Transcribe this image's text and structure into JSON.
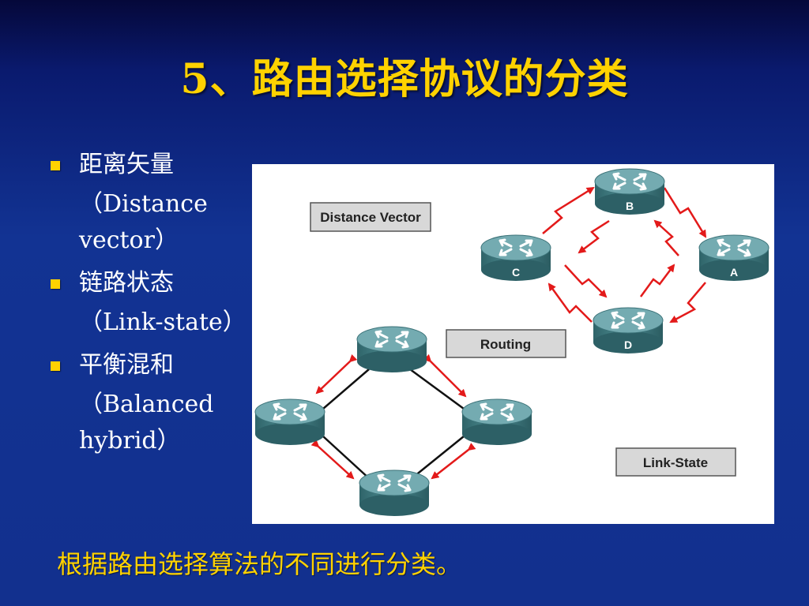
{
  "title": "5、路由选择协议的分类",
  "bullets": [
    {
      "label": "距离矢量",
      "sub": "（Distance vector）"
    },
    {
      "label": "链路状态",
      "sub": "（Link-state）"
    },
    {
      "label": "平衡混和",
      "sub": "（Balanced hybrid）"
    }
  ],
  "diagram": {
    "labels": {
      "distance_vector": "Distance Vector",
      "routing": "Routing",
      "link_state": "Link-State"
    },
    "routers": {
      "b": "B",
      "c": "C",
      "a": "A",
      "d": "D"
    },
    "colors": {
      "router_body": "#3d7a80",
      "router_top": "#6ea6ac",
      "arrow": "#e31a1a",
      "label_box": "#d8d8d8"
    }
  },
  "footer": "根据路由选择算法的不同进行分类。"
}
